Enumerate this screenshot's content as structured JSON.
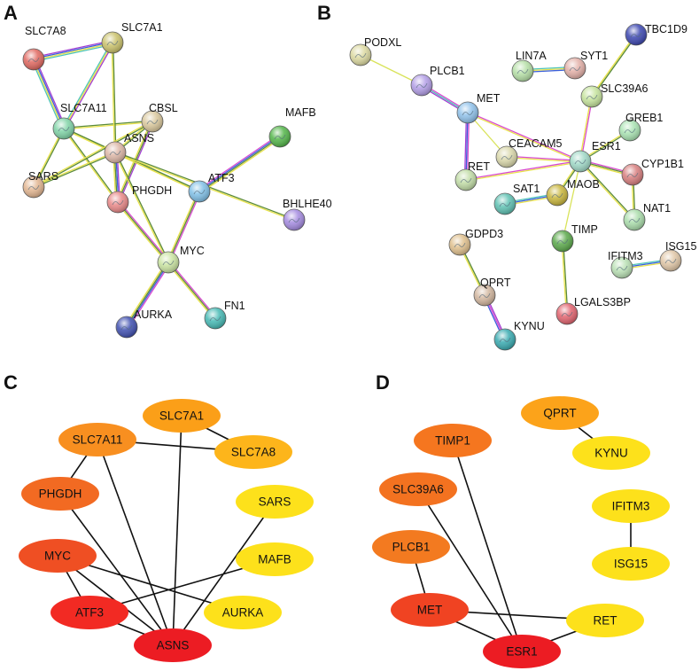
{
  "panels": {
    "A": {
      "letter": "A",
      "nodes": [
        {
          "id": "SLC7A8",
          "label": "SLC7A8",
          "color": "#e0675f"
        },
        {
          "id": "SLC7A1",
          "label": "SLC7A1",
          "color": "#c9c16a"
        },
        {
          "id": "SLC7A11",
          "label": "SLC7A11",
          "color": "#7fd3a6"
        },
        {
          "id": "CBSL",
          "label": "CBSL",
          "color": "#d9c79b"
        },
        {
          "id": "ASNS",
          "label": "ASNS",
          "color": "#dcb6a6"
        },
        {
          "id": "SARS",
          "label": "SARS",
          "color": "#e2b590"
        },
        {
          "id": "PHGDH",
          "label": "PHGDH",
          "color": "#e98888"
        },
        {
          "id": "ATF3",
          "label": "ATF3",
          "color": "#7fbfe6"
        },
        {
          "id": "MAFB",
          "label": "MAFB",
          "color": "#52b548"
        },
        {
          "id": "BHLHE40",
          "label": "BHLHE40",
          "color": "#a48ae0"
        },
        {
          "id": "MYC",
          "label": "MYC",
          "color": "#c9e3a0"
        },
        {
          "id": "AURKA",
          "label": "AURKA",
          "color": "#3f4fb0"
        },
        {
          "id": "FN1",
          "label": "FN1",
          "color": "#45b9b4"
        }
      ],
      "edges": [
        {
          "a": "SLC7A8",
          "b": "SLC7A1",
          "colors": [
            "#a23fd0",
            "#3b5fdc",
            "#e9e24a",
            "#4fc4b8"
          ]
        },
        {
          "a": "SLC7A8",
          "b": "SLC7A11",
          "colors": [
            "#a23fd0",
            "#3b5fdc",
            "#e9e24a",
            "#4fc4b8"
          ]
        },
        {
          "a": "SLC7A1",
          "b": "SLC7A11",
          "colors": [
            "#a23fd0",
            "#e9e24a",
            "#4fc4b8"
          ]
        },
        {
          "a": "SLC7A11",
          "b": "CBSL",
          "colors": [
            "#5a8a3a",
            "#e9e24a"
          ]
        },
        {
          "a": "SLC7A11",
          "b": "ASNS",
          "colors": [
            "#5a8a3a",
            "#e9e24a"
          ]
        },
        {
          "a": "SLC7A11",
          "b": "SARS",
          "colors": [
            "#5a8a3a",
            "#e9e24a"
          ]
        },
        {
          "a": "SLC7A11",
          "b": "PHGDH",
          "colors": [
            "#5a8a3a",
            "#e9e24a"
          ]
        },
        {
          "a": "SLC7A11",
          "b": "ATF3",
          "colors": [
            "#5a8a3a",
            "#e9e24a"
          ]
        },
        {
          "a": "SLC7A1",
          "b": "ASNS",
          "colors": [
            "#5a8a3a",
            "#e9e24a"
          ]
        },
        {
          "a": "CBSL",
          "b": "ASNS",
          "colors": [
            "#5a8a3a",
            "#e9e24a"
          ]
        },
        {
          "a": "CBSL",
          "b": "PHGDH",
          "colors": [
            "#a23fd0",
            "#5a8a3a",
            "#e9e24a"
          ]
        },
        {
          "a": "CBSL",
          "b": "SARS",
          "colors": [
            "#5a8a3a",
            "#e9e24a"
          ]
        },
        {
          "a": "ASNS",
          "b": "SARS",
          "colors": [
            "#5a8a3a",
            "#e9e24a"
          ]
        },
        {
          "a": "ASNS",
          "b": "PHGDH",
          "colors": [
            "#a23fd0",
            "#3b5fdc",
            "#5a8a3a",
            "#e9e24a"
          ]
        },
        {
          "a": "ASNS",
          "b": "ATF3",
          "colors": [
            "#5a8a3a",
            "#e9e24a"
          ]
        },
        {
          "a": "ASNS",
          "b": "MYC",
          "colors": [
            "#5a8a3a",
            "#e9e24a"
          ]
        },
        {
          "a": "ASNS",
          "b": "BHLHE40",
          "colors": [
            "#5a8a3a",
            "#e9e24a"
          ]
        },
        {
          "a": "PHGDH",
          "b": "MYC",
          "colors": [
            "#d84bd0",
            "#5a8a3a",
            "#e9e24a"
          ]
        },
        {
          "a": "ATF3",
          "b": "MAFB",
          "colors": [
            "#d84bd0",
            "#3b5fdc",
            "#5a8a3a",
            "#e9e24a"
          ]
        },
        {
          "a": "ATF3",
          "b": "MYC",
          "colors": [
            "#d84bd0",
            "#5a8a3a",
            "#e9e24a"
          ]
        },
        {
          "a": "MYC",
          "b": "AURKA",
          "colors": [
            "#d84bd0",
            "#3b5fdc",
            "#5a8a3a",
            "#e9e24a"
          ]
        },
        {
          "a": "MYC",
          "b": "FN1",
          "colors": [
            "#d84bd0",
            "#5a8a3a",
            "#e9e24a"
          ]
        }
      ]
    },
    "B": {
      "letter": "B",
      "nodes": [
        {
          "id": "PODXL",
          "label": "PODXL",
          "color": "#dcd9a0"
        },
        {
          "id": "PLCB1",
          "label": "PLCB1",
          "color": "#b29de6"
        },
        {
          "id": "MET",
          "label": "MET",
          "color": "#8fc1ea"
        },
        {
          "id": "LIN7A",
          "label": "LIN7A",
          "color": "#b5dfa6"
        },
        {
          "id": "SYT1",
          "label": "SYT1",
          "color": "#e3b0a8"
        },
        {
          "id": "TBC1D9",
          "label": "TBC1D9",
          "color": "#3b46b0"
        },
        {
          "id": "SLC39A6",
          "label": "SLC39A6",
          "color": "#c5e39c"
        },
        {
          "id": "GREB1",
          "label": "GREB1",
          "color": "#a9e3b2"
        },
        {
          "id": "CEACAM5",
          "label": "CEACAM5",
          "color": "#d9d7aa"
        },
        {
          "id": "ESR1",
          "label": "ESR1",
          "color": "#9fd8c6"
        },
        {
          "id": "RET",
          "label": "RET",
          "color": "#c1dca6"
        },
        {
          "id": "CYP1B1",
          "label": "CYP1B1",
          "color": "#d77d7d"
        },
        {
          "id": "SAT1",
          "label": "SAT1",
          "color": "#5ec1b2"
        },
        {
          "id": "MAOB",
          "label": "MAOB",
          "color": "#c9b63c"
        },
        {
          "id": "NAT1",
          "label": "NAT1",
          "color": "#a9dcaa"
        },
        {
          "id": "GDPD3",
          "label": "GDPD3",
          "color": "#dfbf8c"
        },
        {
          "id": "TIMP",
          "label": "TIMP",
          "color": "#5aa84a"
        },
        {
          "id": "IFITM3",
          "label": "IFITM3",
          "color": "#b9e0b4"
        },
        {
          "id": "ISG15",
          "label": "ISG15",
          "color": "#e0c6a6"
        },
        {
          "id": "QPRT",
          "label": "QPRT",
          "color": "#d2b69e"
        },
        {
          "id": "LGALS3BP",
          "label": "LGALS3BP",
          "color": "#e2636e"
        },
        {
          "id": "KYNU",
          "label": "KYNU",
          "color": "#38aab0"
        }
      ],
      "edges": [
        {
          "a": "PODXL",
          "b": "PLCB1",
          "colors": [
            "#d9e35a"
          ]
        },
        {
          "a": "PLCB1",
          "b": "MET",
          "colors": [
            "#d84bd0",
            "#4fc4b8",
            "#a23fd0"
          ]
        },
        {
          "a": "MET",
          "b": "RET",
          "colors": [
            "#d84bd0",
            "#3b5fdc",
            "#a23fd0"
          ]
        },
        {
          "a": "MET",
          "b": "CEACAM5",
          "colors": [
            "#d9e35a"
          ]
        },
        {
          "a": "MET",
          "b": "ESR1",
          "colors": [
            "#d84bd0",
            "#e9e24a"
          ]
        },
        {
          "a": "RET",
          "b": "ESR1",
          "colors": [
            "#d84bd0",
            "#e9e24a"
          ]
        },
        {
          "a": "CEACAM5",
          "b": "ESR1",
          "colors": [
            "#d84bd0",
            "#e9e24a"
          ]
        },
        {
          "a": "LIN7A",
          "b": "SYT1",
          "colors": [
            "#4fc4b8",
            "#e9e24a",
            "#3b5fdc"
          ]
        },
        {
          "a": "TBC1D9",
          "b": "SLC39A6",
          "colors": [
            "#5a8a3a",
            "#e9e24a"
          ]
        },
        {
          "a": "SLC39A6",
          "b": "ESR1",
          "colors": [
            "#d84bd0",
            "#e9e24a"
          ]
        },
        {
          "a": "GREB1",
          "b": "ESR1",
          "colors": [
            "#5a8a3a",
            "#e9e24a"
          ]
        },
        {
          "a": "ESR1",
          "b": "CYP1B1",
          "colors": [
            "#d84bd0",
            "#5a8a3a",
            "#e9e24a"
          ]
        },
        {
          "a": "ESR1",
          "b": "NAT1",
          "colors": [
            "#5a8a3a",
            "#e9e24a"
          ]
        },
        {
          "a": "ESR1",
          "b": "MAOB",
          "colors": [
            "#5a8a3a",
            "#e9e24a"
          ]
        },
        {
          "a": "ESR1",
          "b": "TIMP",
          "colors": [
            "#d9e35a"
          ]
        },
        {
          "a": "CYP1B1",
          "b": "NAT1",
          "colors": [
            "#5a8a3a",
            "#e9e24a"
          ]
        },
        {
          "a": "SAT1",
          "b": "MAOB",
          "colors": [
            "#4fc4b8",
            "#3b5fdc",
            "#e9e24a"
          ]
        },
        {
          "a": "TIMP",
          "b": "LGALS3BP",
          "colors": [
            "#5a8a3a",
            "#e9e24a"
          ]
        },
        {
          "a": "IFITM3",
          "b": "ISG15",
          "colors": [
            "#4fc4b8",
            "#3b5fdc",
            "#e9e24a"
          ]
        },
        {
          "a": "GDPD3",
          "b": "QPRT",
          "colors": [
            "#5a8a3a",
            "#e9e24a"
          ]
        },
        {
          "a": "QPRT",
          "b": "KYNU",
          "colors": [
            "#a23fd0",
            "#d84bd0",
            "#3b5fdc"
          ]
        }
      ]
    },
    "C": {
      "letter": "C",
      "nodes": [
        {
          "id": "SLC7A1",
          "label": "SLC7A1",
          "color": "#fb9f18"
        },
        {
          "id": "SLC7A11",
          "label": "SLC7A11",
          "color": "#f88f20"
        },
        {
          "id": "SLC7A8",
          "label": "SLC7A8",
          "color": "#fdb51b"
        },
        {
          "id": "PHGDH",
          "label": "PHGDH",
          "color": "#f26a22"
        },
        {
          "id": "SARS",
          "label": "SARS",
          "color": "#fde11b"
        },
        {
          "id": "MYC",
          "label": "MYC",
          "color": "#ef4f23"
        },
        {
          "id": "MAFB",
          "label": "MAFB",
          "color": "#fde11b"
        },
        {
          "id": "AURKA",
          "label": "AURKA",
          "color": "#fde11b"
        },
        {
          "id": "ATF3",
          "label": "ATF3",
          "color": "#f22a23"
        },
        {
          "id": "ASNS",
          "label": "ASNS",
          "color": "#ec1c23"
        }
      ],
      "edges": [
        {
          "a": "SLC7A1",
          "b": "SLC7A8"
        },
        {
          "a": "SLC7A11",
          "b": "SLC7A8"
        },
        {
          "a": "SLC7A11",
          "b": "PHGDH"
        },
        {
          "a": "SLC7A11",
          "b": "ASNS"
        },
        {
          "a": "SLC7A1",
          "b": "ASNS"
        },
        {
          "a": "PHGDH",
          "b": "ASNS"
        },
        {
          "a": "MYC",
          "b": "ATF3"
        },
        {
          "a": "MYC",
          "b": "ASNS"
        },
        {
          "a": "MYC",
          "b": "AURKA"
        },
        {
          "a": "ATF3",
          "b": "ASNS"
        },
        {
          "a": "ATF3",
          "b": "MAFB"
        },
        {
          "a": "SARS",
          "b": "ASNS"
        }
      ]
    },
    "D": {
      "letter": "D",
      "nodes": [
        {
          "id": "QPRT",
          "label": "QPRT",
          "color": "#fca31a"
        },
        {
          "id": "TIMP1",
          "label": "TIMP1",
          "color": "#f5761f"
        },
        {
          "id": "KYNU",
          "label": "KYNU",
          "color": "#fde11b"
        },
        {
          "id": "SLC39A6",
          "label": "SLC39A6",
          "color": "#f37220"
        },
        {
          "id": "IFITM3",
          "label": "IFITM3",
          "color": "#fde11b"
        },
        {
          "id": "PLCB1",
          "label": "PLCB1",
          "color": "#f37a20"
        },
        {
          "id": "ISG15",
          "label": "ISG15",
          "color": "#fde11b"
        },
        {
          "id": "MET",
          "label": "MET",
          "color": "#f04322"
        },
        {
          "id": "RET",
          "label": "RET",
          "color": "#fde11b"
        },
        {
          "id": "ESR1",
          "label": "ESR1",
          "color": "#ec1c23"
        }
      ],
      "edges": [
        {
          "a": "QPRT",
          "b": "KYNU"
        },
        {
          "a": "IFITM3",
          "b": "ISG15"
        },
        {
          "a": "TIMP1",
          "b": "ESR1"
        },
        {
          "a": "SLC39A6",
          "b": "ESR1"
        },
        {
          "a": "PLCB1",
          "b": "MET"
        },
        {
          "a": "MET",
          "b": "ESR1"
        },
        {
          "a": "MET",
          "b": "RET"
        },
        {
          "a": "RET",
          "b": "ESR1"
        }
      ]
    }
  }
}
